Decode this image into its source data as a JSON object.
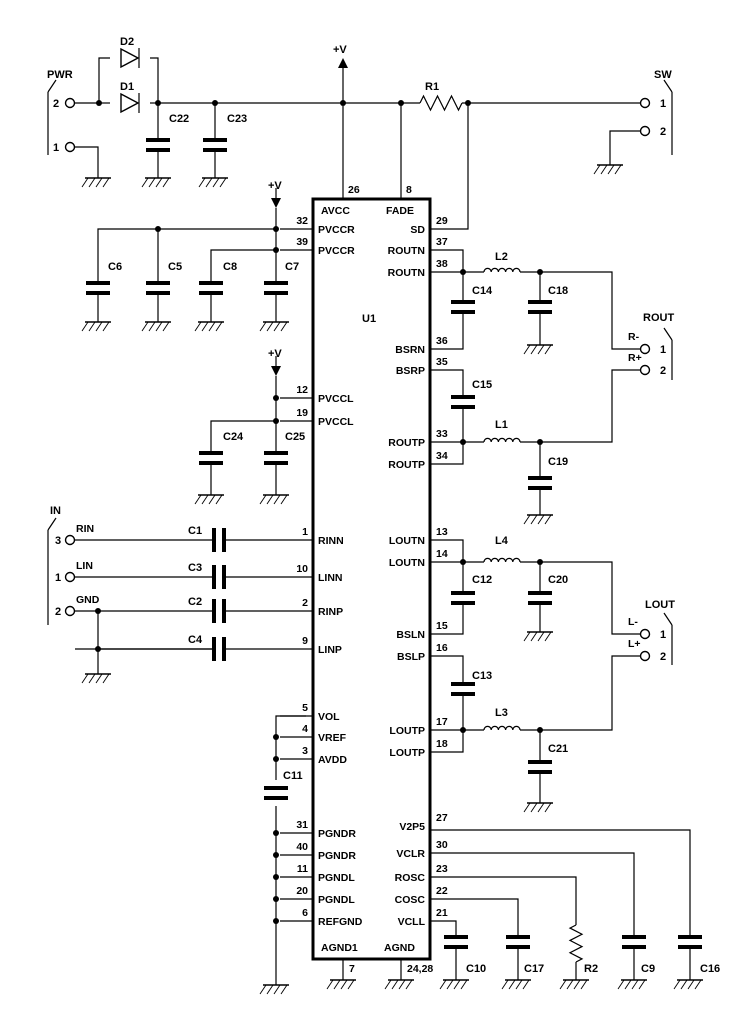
{
  "ic": {
    "ref": "U1",
    "top_pins": [
      "26",
      "8"
    ],
    "top_names": [
      "AVCC",
      "FADE"
    ],
    "bottom_pins": [
      "7",
      "24,28"
    ],
    "bottom_names": [
      "AGND1",
      "AGND"
    ],
    "left_pins": [
      {
        "num": "32",
        "name": "PVCCR"
      },
      {
        "num": "39",
        "name": "PVCCR"
      },
      {
        "num": "12",
        "name": "PVCCL"
      },
      {
        "num": "19",
        "name": "PVCCL"
      },
      {
        "num": "1",
        "name": "RINN"
      },
      {
        "num": "10",
        "name": "LINN"
      },
      {
        "num": "2",
        "name": "RINP"
      },
      {
        "num": "9",
        "name": "LINP"
      },
      {
        "num": "5",
        "name": "VOL"
      },
      {
        "num": "4",
        "name": "VREF"
      },
      {
        "num": "3",
        "name": "AVDD"
      },
      {
        "num": "31",
        "name": "PGNDR"
      },
      {
        "num": "40",
        "name": "PGNDR"
      },
      {
        "num": "11",
        "name": "PGNDL"
      },
      {
        "num": "20",
        "name": "PGNDL"
      },
      {
        "num": "6",
        "name": "REFGND"
      }
    ],
    "right_pins": [
      {
        "num": "29",
        "name": "SD"
      },
      {
        "num": "37",
        "name": "ROUTN"
      },
      {
        "num": "38",
        "name": "ROUTN"
      },
      {
        "num": "36",
        "name": "BSRN"
      },
      {
        "num": "35",
        "name": "BSRP"
      },
      {
        "num": "33",
        "name": "ROUTP"
      },
      {
        "num": "34",
        "name": "ROUTP"
      },
      {
        "num": "13",
        "name": "LOUTN"
      },
      {
        "num": "14",
        "name": "LOUTN"
      },
      {
        "num": "15",
        "name": "BSLN"
      },
      {
        "num": "16",
        "name": "BSLP"
      },
      {
        "num": "17",
        "name": "LOUTP"
      },
      {
        "num": "18",
        "name": "LOUTP"
      },
      {
        "num": "27",
        "name": "V2P5"
      },
      {
        "num": "30",
        "name": "VCLR"
      },
      {
        "num": "23",
        "name": "ROSC"
      },
      {
        "num": "22",
        "name": "COSC"
      },
      {
        "num": "21",
        "name": "VCLL"
      }
    ]
  },
  "rails": {
    "vplus": "+V"
  },
  "connectors": {
    "pwr": {
      "name": "PWR",
      "pins": [
        "2",
        "1"
      ]
    },
    "sw": {
      "name": "SW",
      "pins": [
        "1",
        "2"
      ]
    },
    "rout": {
      "name": "ROUT",
      "pins": [
        "1",
        "2"
      ],
      "signals": [
        "R-",
        "R+"
      ]
    },
    "lout": {
      "name": "LOUT",
      "pins": [
        "1",
        "2"
      ],
      "signals": [
        "L-",
        "L+"
      ]
    },
    "in": {
      "name": "IN",
      "pins": [
        "3",
        "1",
        "2"
      ],
      "signals": [
        "RIN",
        "LIN",
        "GND"
      ]
    }
  },
  "parts": {
    "diodes": [
      "D2",
      "D1"
    ],
    "resistors": [
      "R1",
      "R2"
    ],
    "inductors": [
      "L2",
      "L1",
      "L4",
      "L3"
    ],
    "caps_power": [
      "C22",
      "C23"
    ],
    "caps_pvccr": [
      "C6",
      "C5",
      "C8",
      "C7"
    ],
    "caps_pvccl": [
      "C24",
      "C25"
    ],
    "caps_input": [
      "C1",
      "C3",
      "C2",
      "C4"
    ],
    "cap_avdd": "C11",
    "caps_boot": [
      "C14",
      "C15",
      "C12",
      "C13"
    ],
    "caps_filter": [
      "C18",
      "C19",
      "C20",
      "C21"
    ],
    "caps_bottom": [
      "C10",
      "C17",
      "C9",
      "C16"
    ]
  }
}
